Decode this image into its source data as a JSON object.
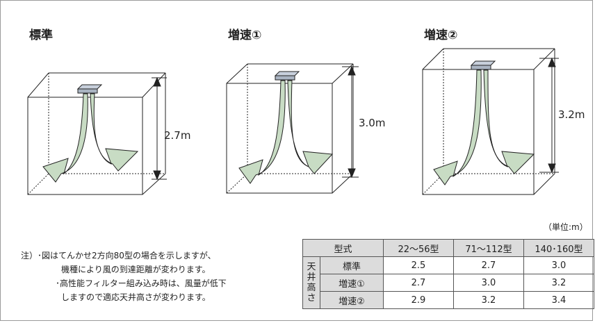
{
  "panels": [
    {
      "title": "標準",
      "height_label": "2.7m"
    },
    {
      "title": "増速①",
      "height_label": "3.0m"
    },
    {
      "title": "増速②",
      "height_label": "3.2m"
    }
  ],
  "unit_note": "（単位:m）",
  "notes": {
    "line1": "注）･図はてんかせ2方向80型の場合を示しますが、",
    "line2": "機種により風の到達距離が変わります。",
    "line3": "･高性能フィルター組み込み時は、風量が低下",
    "line4": "しますので適応天井高さが変わります。"
  },
  "table": {
    "header": [
      "型式",
      "22〜56型",
      "71〜112型",
      "140･160型"
    ],
    "side_label": [
      "天",
      "井",
      "高",
      "さ"
    ],
    "rows": [
      {
        "label": "標準",
        "values": [
          "2.5",
          "2.7",
          "3.0"
        ]
      },
      {
        "label": "増速①",
        "values": [
          "2.7",
          "3.0",
          "3.2"
        ]
      },
      {
        "label": "増速②",
        "values": [
          "2.9",
          "3.2",
          "3.4"
        ]
      }
    ]
  },
  "colors": {
    "airflow_fill": "#c8dcc4",
    "unit_fill": "#c8d0dc",
    "line": "#222222"
  }
}
